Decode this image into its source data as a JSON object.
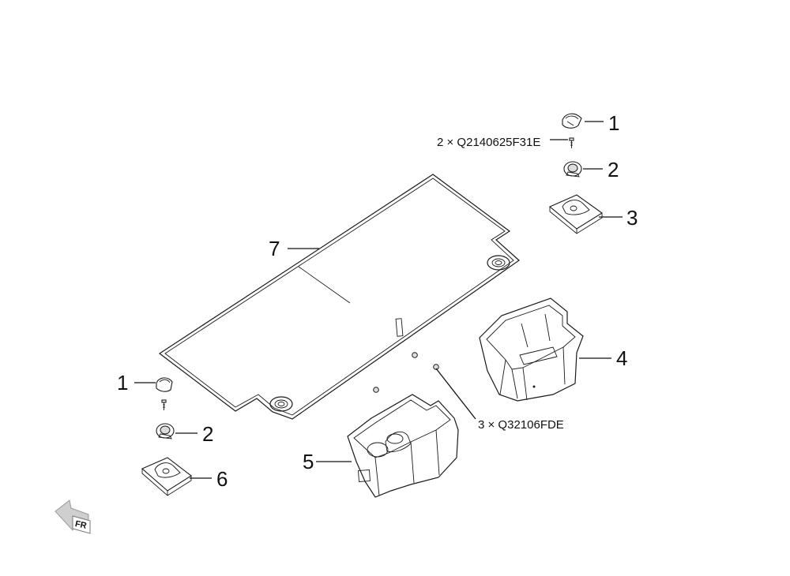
{
  "diagram": {
    "callouts": {
      "c1_top": "1",
      "c2_top": "2",
      "c3": "3",
      "c4": "4",
      "c5": "5",
      "c7": "7",
      "c1_left": "1",
      "c2_left": "2",
      "c6": "6"
    },
    "part_numbers": {
      "bolt": "2 × Q2140625F31E",
      "nut": "3 × Q32106FDE"
    },
    "direction_label": "FR"
  }
}
